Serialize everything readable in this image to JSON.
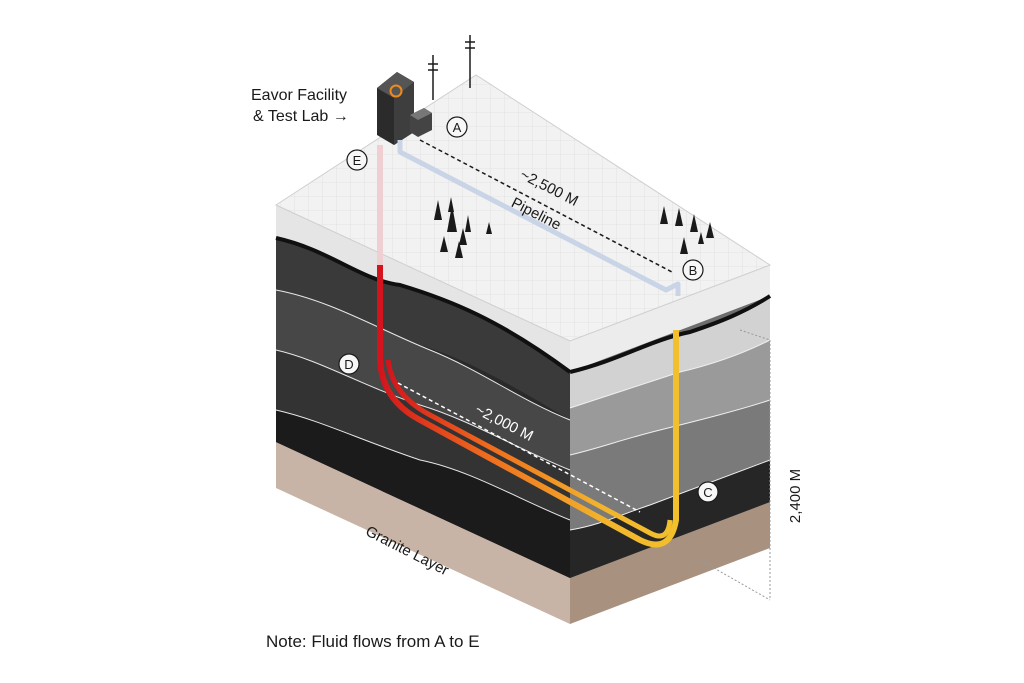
{
  "labels": {
    "facility_line1": "Eavor Facility",
    "facility_line2": "& Test Lab →",
    "pipeline_distance": "~2,500 M",
    "pipeline": "Pipeline",
    "lateral_distance": "~2,000 M",
    "depth": "2,400 M",
    "granite": "Granite Layer",
    "note": "Note: Fluid flows from A to E"
  },
  "markers": [
    "A",
    "B",
    "C",
    "D",
    "E"
  ],
  "colors": {
    "surface": "#f1f1f1",
    "grid_line": "#dcdcdc",
    "rock_dark": "#1e1e1e",
    "rock_mid": "#4a4a4a",
    "rock_light": "#7a7a7a",
    "granite": "#b9a596",
    "pipeline": "#c9d4e6",
    "pipe_hot": "#d4141c",
    "pipe_warm": "#ef6a1d",
    "pipe_cool": "#f2c02c",
    "pipe_cold": "#3f6c8a"
  }
}
